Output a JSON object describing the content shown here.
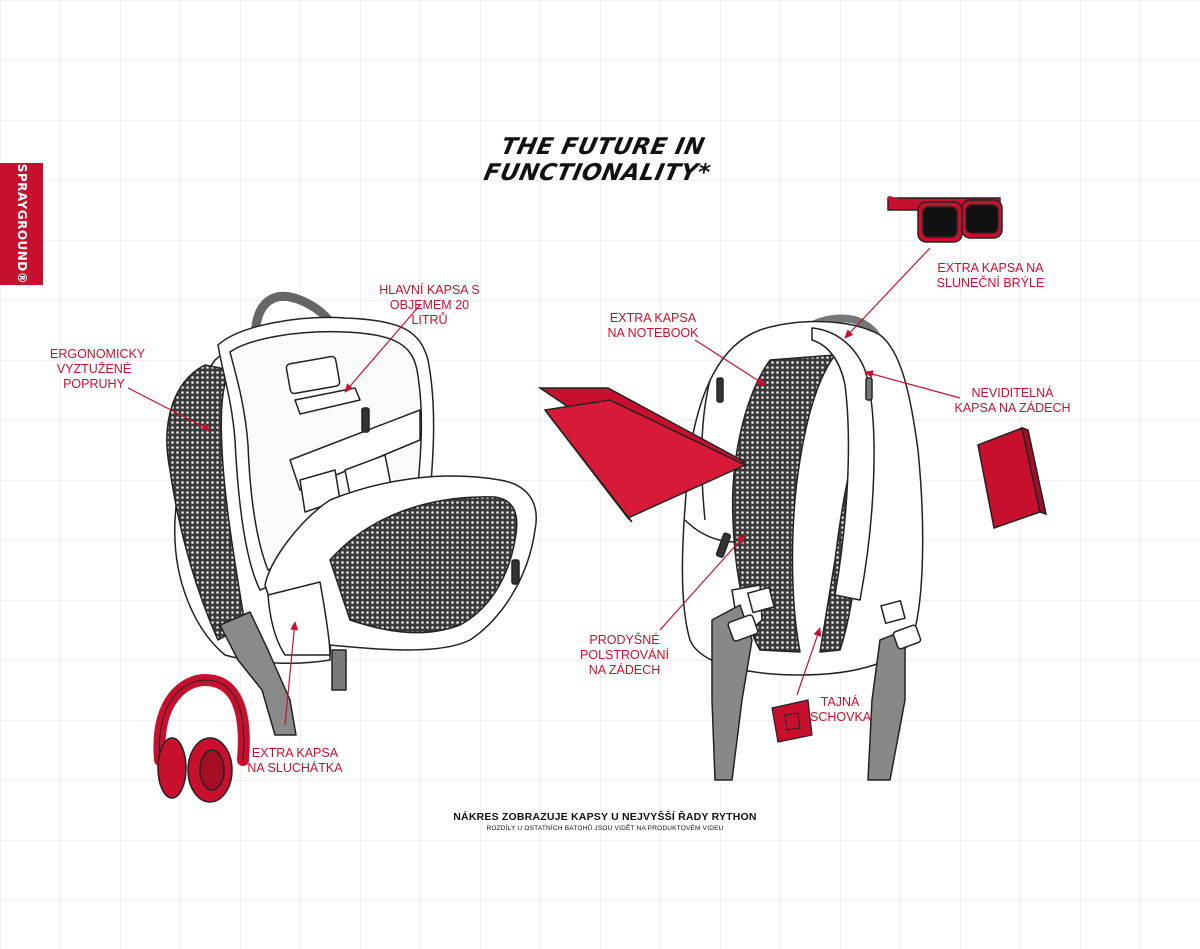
{
  "brand": {
    "name": "SPRAYGROUND®"
  },
  "headline": "THE FUTURE IN FUNCTIONALITY*",
  "labels": {
    "straps": "ERGONOMICKY\nVYZTUŽENÉ\nPOPRUHY",
    "main_pocket": "HLAVNÍ KAPSA S\nOBJEMEM 20 LITRŮ",
    "headphones_pocket": "EXTRA KAPSA\nNA SLUCHÁTKA",
    "notebook_pocket": "EXTRA KAPSA\nNA NOTEBOOK",
    "sunglasses_pocket": "EXTRA KAPSA NA\nSLUNEČNÍ BRÝLE",
    "hidden_back_pocket": "NEVIDITELNÁ\nKAPSA NA ZÁDECH",
    "back_padding": "PRODYŠNÉ\nPOLSTROVÁNÍ\nNA ZÁDECH",
    "secret_stash": "TAJNÁ\nSCHOVKA"
  },
  "caption": {
    "line1": "NÁKRES ZOBRAZUJE KAPSY U NEJVYŠŠÍ ŘADY RYTHON",
    "line2": "ROZDÍLY U OSTATNÍCH BATOHŮ JSOU VIDĚT NA PRODUKTOVÉM VIDEU"
  },
  "colors": {
    "accent": "#c8102e",
    "strap_gray": "#8a8a8a",
    "mesh": "#222222"
  },
  "icons": [
    "headphones-icon",
    "laptop-icon",
    "sunglasses-icon",
    "notebook-icon",
    "pouch-icon"
  ]
}
